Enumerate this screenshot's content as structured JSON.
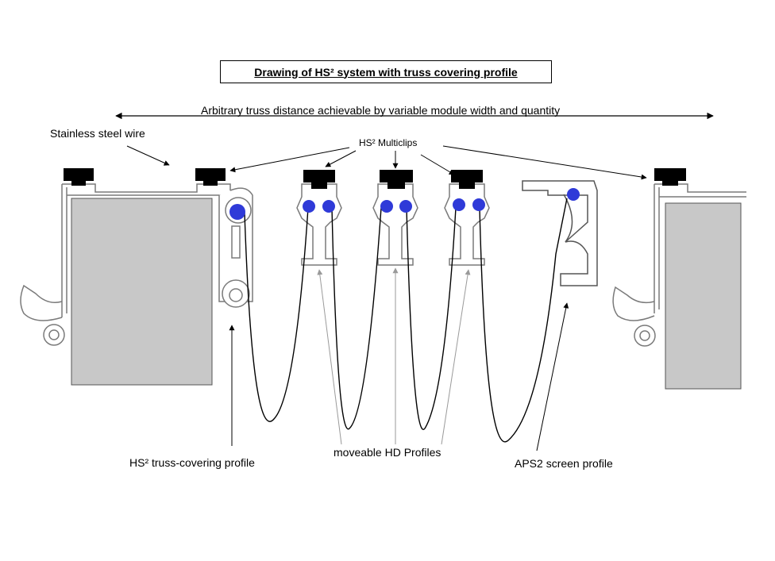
{
  "title": "Drawing of HS² system with truss covering profile",
  "labels": {
    "truss_distance": "Arbitrary truss distance achievable by variable module width and quantity",
    "wire": "Stainless steel wire",
    "multiclips": "HS² Multiclips",
    "truss_covering": "HS² truss-covering  profile",
    "hd_profiles": "moveable HD Profiles",
    "aps2": "APS2 screen profile"
  },
  "colors": {
    "outline": "#7a7a7a",
    "profile_fill": "#ffffff",
    "truss_fill": "#c8c8c8",
    "clip": "#000000",
    "pin": "#2f3ad8",
    "arrow_light": "#9a9a9a",
    "arrow_dark": "#000000"
  }
}
